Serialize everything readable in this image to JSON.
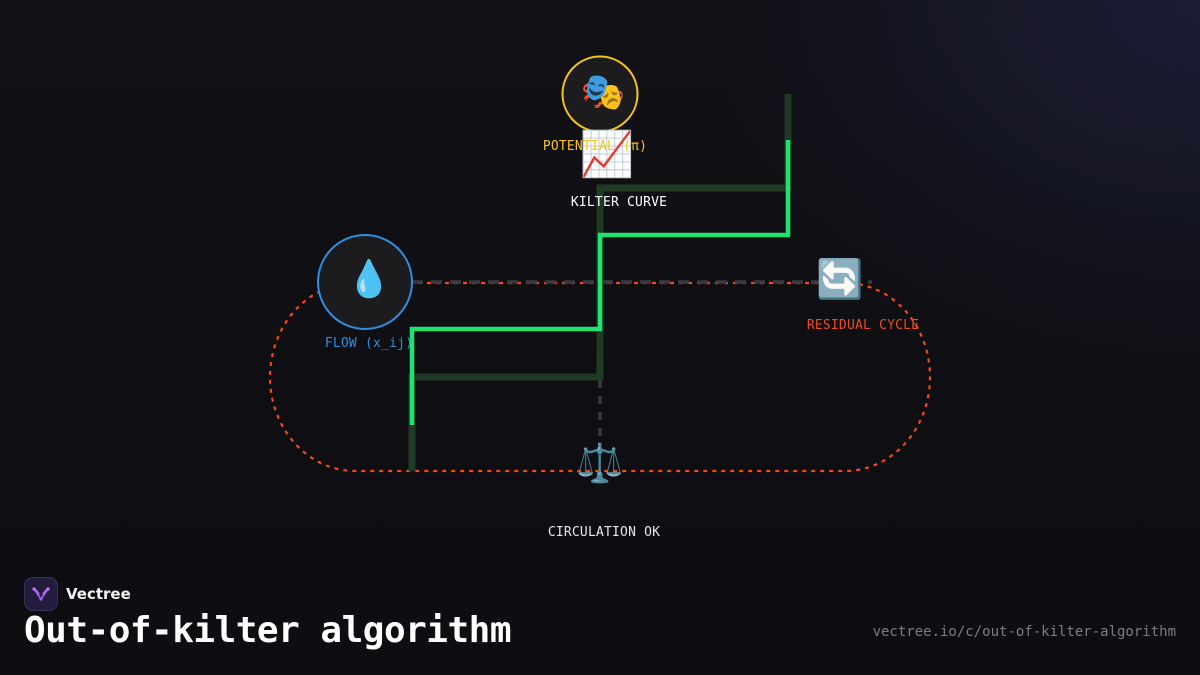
{
  "diagram": {
    "nodes": {
      "potential": {
        "label": "POTENTIAL (π)",
        "icon": "theater-masks-icon",
        "glyph": "🎭",
        "color": "#f5c518"
      },
      "kilter_curve": {
        "label": "KILTER CURVE",
        "icon": "chart-increasing-icon",
        "glyph": "📈",
        "color": "#ffffff"
      },
      "flow": {
        "label": "FLOW (x_ij)",
        "icon": "droplet-icon",
        "glyph": "💧",
        "color": "#2f8ee0"
      },
      "residual_cycle": {
        "label": "RESIDUAL CYCLE",
        "icon": "cycle-arrows-icon",
        "glyph": "🔄",
        "color": "#f04a1e"
      },
      "circulation": {
        "label": "CIRCULATION OK",
        "icon": "balance-scale-icon",
        "glyph": "⚖️",
        "color": "#e6e6e6"
      }
    },
    "colors": {
      "path_active": "#1ee36f",
      "path_dim": "#1f3a25",
      "cycle": "#f04a1e",
      "dashed_grey": "#3a3a40",
      "potential_ring": "#f5c518",
      "flow_ring": "#2f8ee0"
    }
  },
  "brand": {
    "name": "Vectree",
    "logo_icon": "vectree-logo-icon"
  },
  "title": "Out-of-kilter algorithm",
  "url": "vectree.io/c/out-of-kilter-algorithm"
}
